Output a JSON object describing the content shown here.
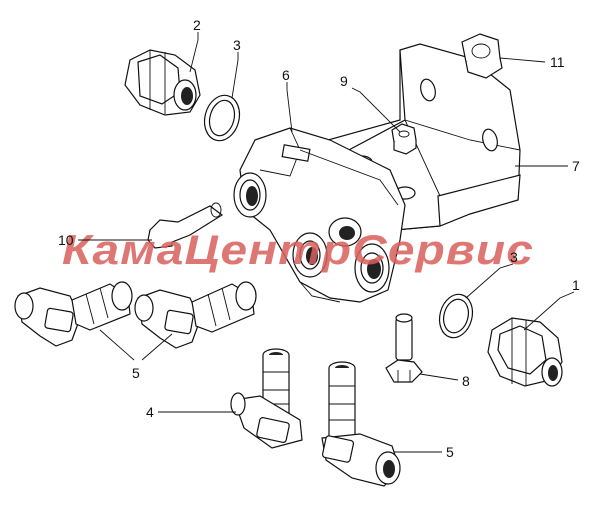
{
  "watermark": {
    "text": "КамаЦентрСервис",
    "color": "#d9605b"
  },
  "callouts": [
    {
      "id": "c1",
      "label": "1"
    },
    {
      "id": "c2",
      "label": "2"
    },
    {
      "id": "c3a",
      "label": "3"
    },
    {
      "id": "c3b",
      "label": "3"
    },
    {
      "id": "c4",
      "label": "4"
    },
    {
      "id": "c5a",
      "label": "5"
    },
    {
      "id": "c5b",
      "label": "5"
    },
    {
      "id": "c6",
      "label": "6"
    },
    {
      "id": "c7",
      "label": "7"
    },
    {
      "id": "c8",
      "label": "8"
    },
    {
      "id": "c9",
      "label": "9"
    },
    {
      "id": "c10",
      "label": "10"
    },
    {
      "id": "c11",
      "label": "11"
    }
  ]
}
